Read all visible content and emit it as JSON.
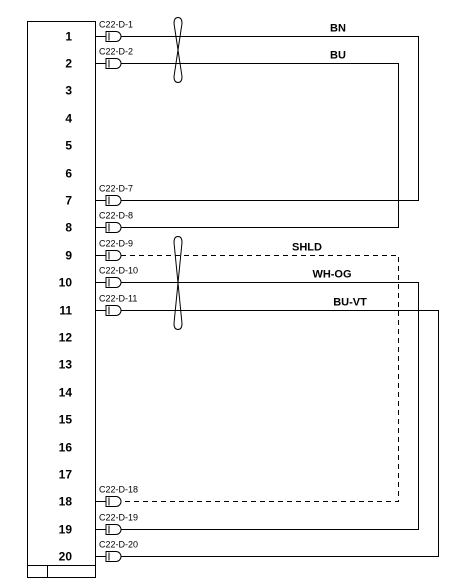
{
  "pins": [
    {
      "num": "1",
      "connector": "C22-D-1"
    },
    {
      "num": "2",
      "connector": "C22-D-2"
    },
    {
      "num": "3",
      "connector": ""
    },
    {
      "num": "4",
      "connector": ""
    },
    {
      "num": "5",
      "connector": ""
    },
    {
      "num": "6",
      "connector": ""
    },
    {
      "num": "7",
      "connector": "C22-D-7"
    },
    {
      "num": "8",
      "connector": "C22-D-8"
    },
    {
      "num": "9",
      "connector": "C22-D-9"
    },
    {
      "num": "10",
      "connector": "C22-D-10"
    },
    {
      "num": "11",
      "connector": "C22-D-11"
    },
    {
      "num": "12",
      "connector": ""
    },
    {
      "num": "13",
      "connector": ""
    },
    {
      "num": "14",
      "connector": ""
    },
    {
      "num": "15",
      "connector": ""
    },
    {
      "num": "16",
      "connector": ""
    },
    {
      "num": "17",
      "connector": ""
    },
    {
      "num": "18",
      "connector": "C22-D-18"
    },
    {
      "num": "19",
      "connector": "C22-D-19"
    },
    {
      "num": "20",
      "connector": "C22-D-20"
    }
  ],
  "wires": [
    {
      "label": "BN",
      "from": "1",
      "to": "7",
      "style": "solid"
    },
    {
      "label": "BU",
      "from": "2",
      "to": "8",
      "style": "solid"
    },
    {
      "label": "SHLD",
      "from": "9",
      "to": "18",
      "style": "dashed"
    },
    {
      "label": "WH-OG",
      "from": "10",
      "to": "19",
      "style": "solid"
    },
    {
      "label": "BU-VT",
      "from": "11",
      "to": "20",
      "style": "solid"
    }
  ],
  "twisted_pairs": [
    {
      "pins": [
        "1",
        "2"
      ]
    },
    {
      "pins": [
        "9",
        "11"
      ]
    }
  ]
}
